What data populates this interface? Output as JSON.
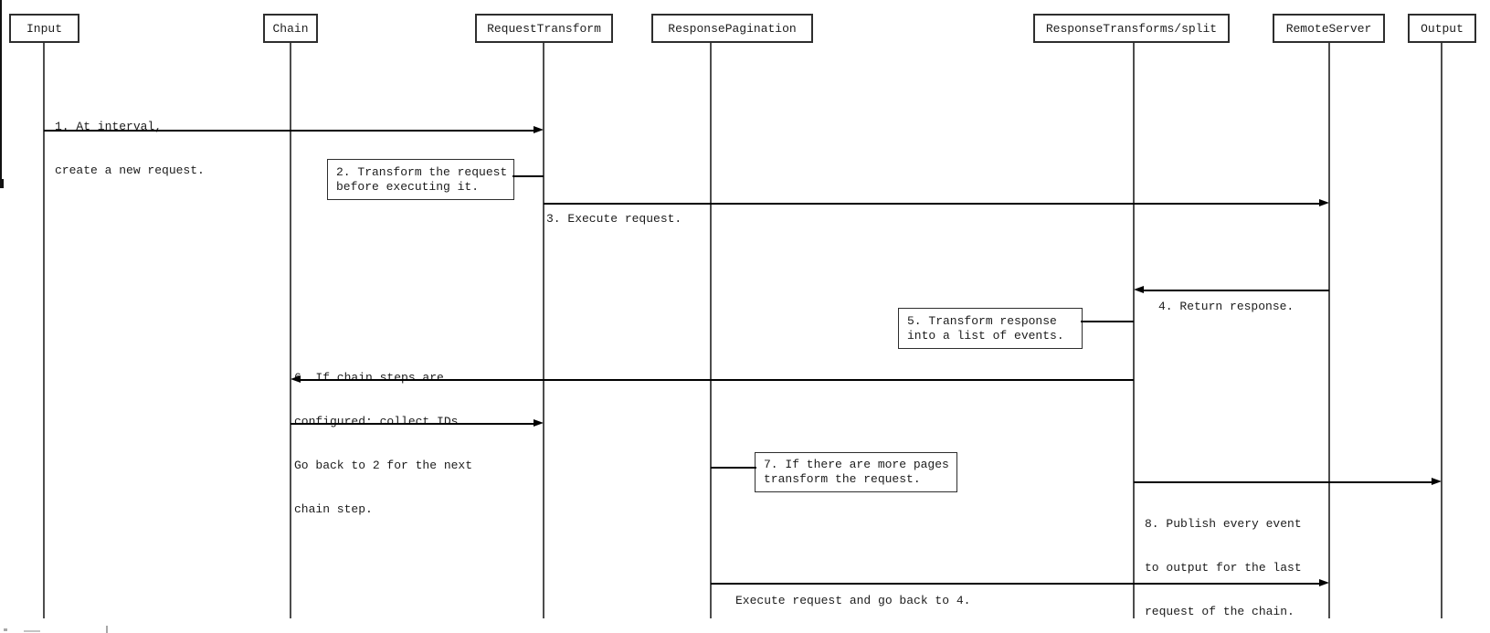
{
  "diagram": {
    "type": "sequence",
    "actors": [
      {
        "label": "Input"
      },
      {
        "label": "Chain"
      },
      {
        "label": "RequestTransform"
      },
      {
        "label": "ResponsePagination"
      },
      {
        "label": "ResponseTransforms/split"
      },
      {
        "label": "RemoteServer"
      },
      {
        "label": "Output"
      }
    ],
    "messages": {
      "m1": {
        "from": "Input",
        "to": "RequestTransform",
        "direction": "right",
        "lines": [
          "1. At interval,",
          "create a new request."
        ]
      },
      "m3": {
        "from": "RequestTransform",
        "to": "RemoteServer",
        "direction": "right",
        "label": "3. Execute request."
      },
      "m4": {
        "from": "RemoteServer",
        "to": "ResponseTransforms/split",
        "direction": "left",
        "label": "4. Return response."
      },
      "m6": {
        "from": "ResponseTransforms/split",
        "to": "Chain",
        "direction": "left",
        "lines": [
          "6. If chain steps are",
          "configured: collect IDs"
        ]
      },
      "go_back": {
        "from": "Chain",
        "to": "RequestTransform",
        "direction": "right",
        "lines": [
          "Go back to 2 for the next",
          "chain step."
        ]
      },
      "m8": {
        "from": "ResponseTransforms/split",
        "to": "Output",
        "direction": "right",
        "lines": [
          "8. Publish every event",
          "to output for the last",
          "request of the chain."
        ]
      },
      "execute_again": {
        "from": "ResponsePagination",
        "to": "RemoteServer",
        "direction": "right",
        "label": "Execute request and go back to 4."
      }
    },
    "notes": {
      "n2": {
        "attached_to": "RequestTransform",
        "lines": [
          "2. Transform the request",
          "before executing it."
        ]
      },
      "n5": {
        "attached_to": "ResponseTransforms/split",
        "lines": [
          "5. Transform response",
          "into a list of events."
        ]
      },
      "n7": {
        "attached_to": "ResponsePagination",
        "lines": [
          "7. If there are more pages",
          "transform the request."
        ]
      }
    },
    "colors": {
      "background": "#ffffff",
      "arrow": "#000000",
      "lifeline": "#4d4d4d",
      "border": "#2e2e2e",
      "text": "#1c1c1c"
    }
  }
}
